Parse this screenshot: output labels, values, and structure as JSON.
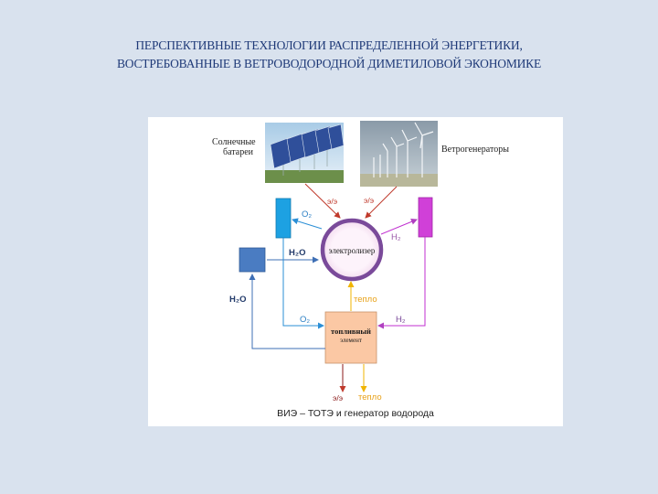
{
  "slide": {
    "title_line1": "ПЕРСПЕКТИВНЫЕ ТЕХНОЛОГИИ РАСПРЕДЕЛЕННОЙ ЭНЕРГЕТИКИ,",
    "title_line2": "ВОСТРЕБОВАННЫЕ В ВЕТРОВОДОРОДНОЙ ДИМЕТИЛОВОЙ ЭКОНОМИКЕ"
  },
  "diagram": {
    "solar_label_line1": "Солнечные",
    "solar_label_line2": "батареи",
    "wind_label": "Ветрогенераторы",
    "ee_label": "э/э",
    "o2_label": "O₂",
    "h2_label": "H₂",
    "h2o_label": "H₂O",
    "heat_label": "тепло",
    "electrolyzer_label": "электролизер",
    "fuel_cell_line1": "топливный",
    "fuel_cell_line2": "элемент",
    "caption": "ВИЭ – ТОТЭ и генератор водорода"
  },
  "colors": {
    "background": "#d9e2ee",
    "title": "#1f3a78",
    "oxygen": "#2b8fd6",
    "hydrogen": "#c02fd0",
    "electricity": "#c0392b",
    "heat": "#f0b400",
    "water": "#3e6fb5",
    "electrolyzer_ring": "#7a4a9a",
    "fuel_cell": "#fbc8a4"
  }
}
